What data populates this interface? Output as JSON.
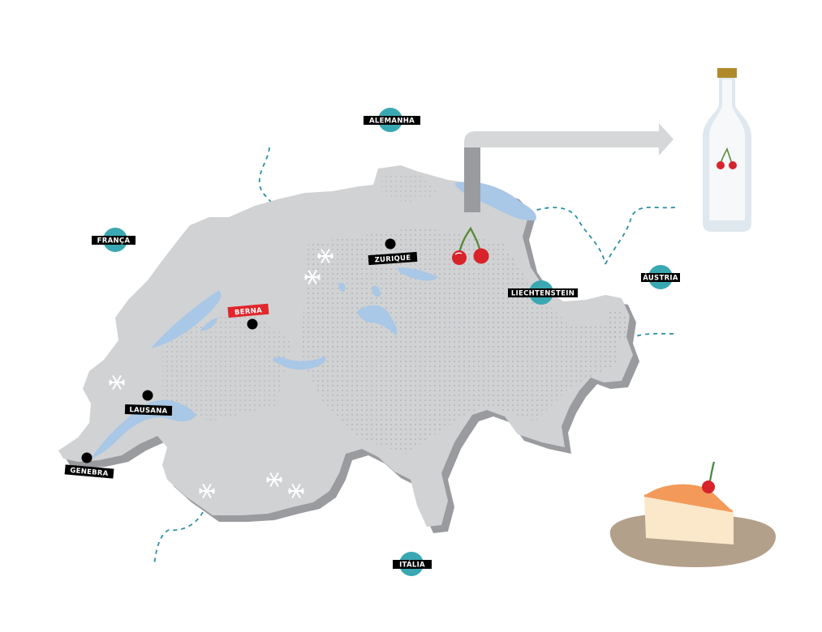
{
  "map": {
    "countries": [
      {
        "id": "germany",
        "name": "ALEMANHA"
      },
      {
        "id": "france",
        "name": "FRANÇA"
      },
      {
        "id": "austria",
        "name": "ÁUSTRIA"
      },
      {
        "id": "liechtenstein",
        "name": "LIECHTENSTEIN"
      },
      {
        "id": "italy",
        "name": "ITÁLIA"
      }
    ],
    "capital": {
      "name": "BERNA"
    },
    "cities": [
      {
        "id": "zurich",
        "name": "ZURIQUE"
      },
      {
        "id": "lausanne",
        "name": "LAUSANA"
      },
      {
        "id": "geneva",
        "name": "GENEBRA"
      }
    ]
  },
  "colors": {
    "land": "#d1d2d4",
    "land_shadow": "#9a9b9e",
    "water": "#a9c7e6",
    "country_marker": "#3aa8b2",
    "capital_label": "#e1262c",
    "label_bg": "#000000",
    "border_dash": "#2a8fa0",
    "bottle": "#e4ecf0",
    "bottle_cap": "#b08a2a",
    "cherry": "#d8232a",
    "stem": "#5a8a3a",
    "plate": "#b3a08a",
    "cake_top": "#f39a5a",
    "cake_body": "#fbe7c9"
  },
  "icons": [
    "snowflake-icon",
    "cherry-icon",
    "kirsch-bottle-icon",
    "cherry-cake-icon",
    "arrow-icon"
  ]
}
